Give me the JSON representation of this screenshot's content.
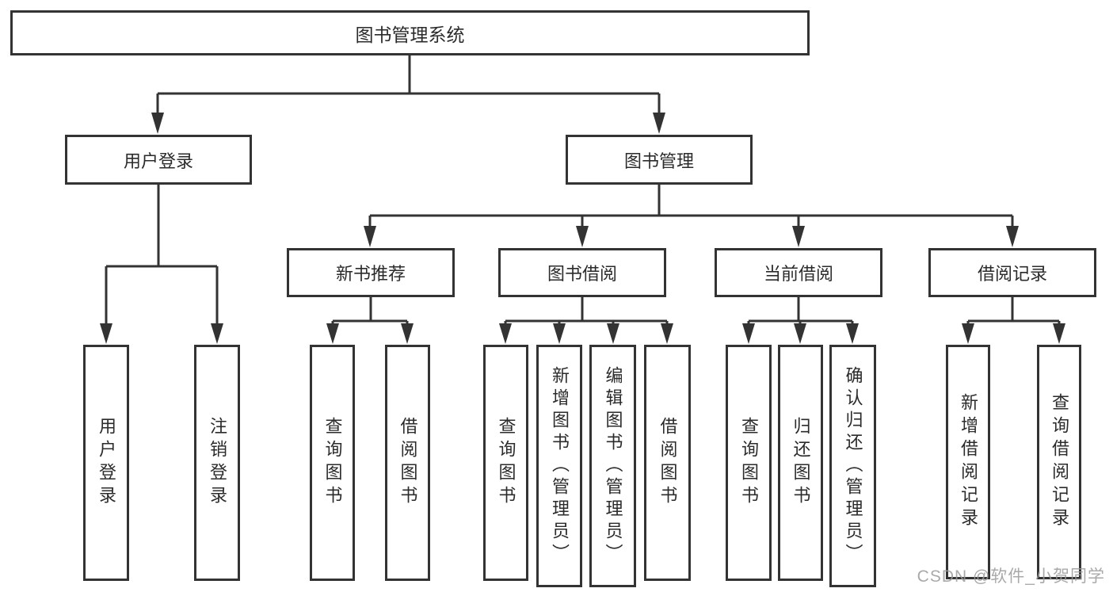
{
  "diagram": {
    "title": "图书管理系统",
    "branches": [
      {
        "label": "用户登录",
        "children": [
          {
            "label": "用户登录"
          },
          {
            "label": "注销登录"
          }
        ]
      },
      {
        "label": "图书管理",
        "children": [
          {
            "label": "新书推荐",
            "children": [
              {
                "label": "查询图书"
              },
              {
                "label": "借阅图书"
              }
            ]
          },
          {
            "label": "图书借阅",
            "children": [
              {
                "label": "查询图书"
              },
              {
                "label": "新增图书（管理员）"
              },
              {
                "label": "编辑图书（管理员）"
              },
              {
                "label": "借阅图书"
              }
            ]
          },
          {
            "label": "当前借阅",
            "children": [
              {
                "label": "查询图书"
              },
              {
                "label": "归还图书"
              },
              {
                "label": "确认归还（管理员）"
              }
            ]
          },
          {
            "label": "借阅记录",
            "children": [
              {
                "label": "新增借阅记录"
              },
              {
                "label": "查询借阅记录"
              }
            ]
          }
        ]
      }
    ]
  },
  "watermark": "CSDN @软件_小贺同学",
  "colors": {
    "line": "#333333",
    "text": "#2b2b2b",
    "watermark": "#9b9b9b",
    "background": "#ffffff"
  }
}
